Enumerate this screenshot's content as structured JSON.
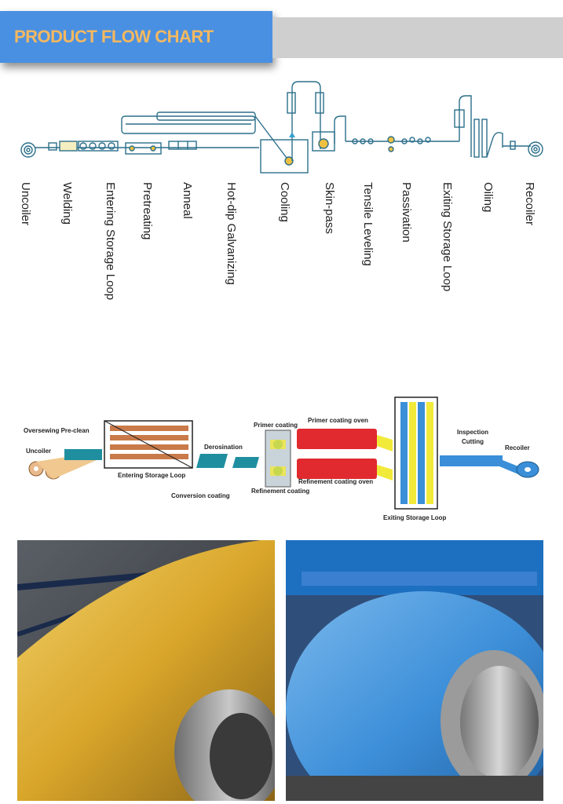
{
  "header": {
    "title": "PRODUCT FLOW CHART"
  },
  "stages": [
    "Uncoiler",
    "Welding",
    "Entering Storage Loop",
    "Pretreating",
    "Anneal",
    "Hot-dip Galvanizing",
    "Cooling",
    "Skin-pass",
    "Tensile Leveling",
    "Passivation",
    "Exiting Storage Loop",
    "Oiling",
    "Recoiler"
  ],
  "coating_line": {
    "oversewing": "Oversewing Pre-clean",
    "uncoiler": "Uncoiler",
    "entering": "Entering Storage Loop",
    "derosination": "Derosination",
    "conversion": "Conversion coating",
    "primer": "Primer coating",
    "primer_oven": "Primer coating oven",
    "refinement_oven": "Refinement coating oven",
    "refinement": "Refinement coating",
    "exiting": "Exiting Storage Loop",
    "inspection": "Inspection",
    "cutting": "Cutting",
    "recoiler": "Recoiler"
  },
  "colors": {
    "header_bg": "#4a90e2",
    "header_text": "#f4b860",
    "teal": "#1f8fa0",
    "red": "#e02a2f",
    "yellow": "#f2ea3a",
    "blue": "#3a8fd8",
    "coil_yellow": "#d9a62a",
    "coil_blue": "#3d8fd9"
  }
}
